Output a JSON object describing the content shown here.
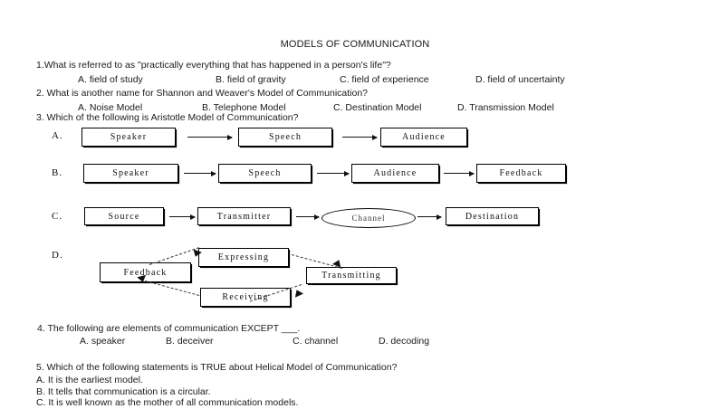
{
  "document": {
    "title": "MODELS OF COMMUNICATION"
  },
  "questions": [
    {
      "number": "1.",
      "text": "1.What is referred to as \"practically everything that has happened in a person's life\"?",
      "options": [
        {
          "label": "A. field of study"
        },
        {
          "label": "B. field of gravity"
        },
        {
          "label": "C. field of experience"
        },
        {
          "label": "D. field of uncertainty"
        }
      ]
    },
    {
      "number": "2.",
      "text": "2. What is another name for Shannon and Weaver's Model of Communication?",
      "options": [
        {
          "label": "A. Noise Model"
        },
        {
          "label": "B. Telephone Model"
        },
        {
          "label": "C. Destination Model"
        },
        {
          "label": "D. Transmission Model"
        }
      ]
    },
    {
      "number": "3.",
      "text": "3. Which of the following is Aristotle Model of Communication?"
    },
    {
      "number": "4.",
      "text": "4. The following are elements of communication EXCEPT ___.",
      "options": [
        {
          "label": "A. speaker"
        },
        {
          "label": "B. deceiver"
        },
        {
          "label": "C. channel"
        },
        {
          "label": "D. decoding"
        }
      ]
    },
    {
      "number": "5.",
      "text": "5. Which of the following statements is TRUE about Helical Model of Communication?",
      "options": [
        {
          "label": "A. It is the earliest model."
        },
        {
          "label": "B. It tells that communication is a circular."
        },
        {
          "label": "C. It is well known as the mother of all communication models."
        }
      ]
    }
  ],
  "diagrams": [
    {
      "id": "choice-a",
      "label": "A.",
      "nodes": [
        {
          "text": "Speaker"
        },
        {
          "text": "Speech"
        },
        {
          "text": "Audience"
        }
      ]
    },
    {
      "id": "choice-b",
      "label": "B.",
      "nodes": [
        {
          "text": "Speaker"
        },
        {
          "text": "Speech"
        },
        {
          "text": "Audience"
        },
        {
          "text": "Feedback"
        }
      ]
    },
    {
      "id": "choice-c",
      "label": "C.",
      "nodes": [
        {
          "text": "Source"
        },
        {
          "text": "Transmitter"
        },
        {
          "text": "Channel"
        },
        {
          "text": "Destination"
        }
      ]
    },
    {
      "id": "choice-d",
      "label": "D.",
      "nodes": [
        {
          "text": "Feedback"
        },
        {
          "text": "Expressing"
        },
        {
          "text": "Transmitting"
        },
        {
          "text": "Receiving"
        }
      ]
    }
  ]
}
